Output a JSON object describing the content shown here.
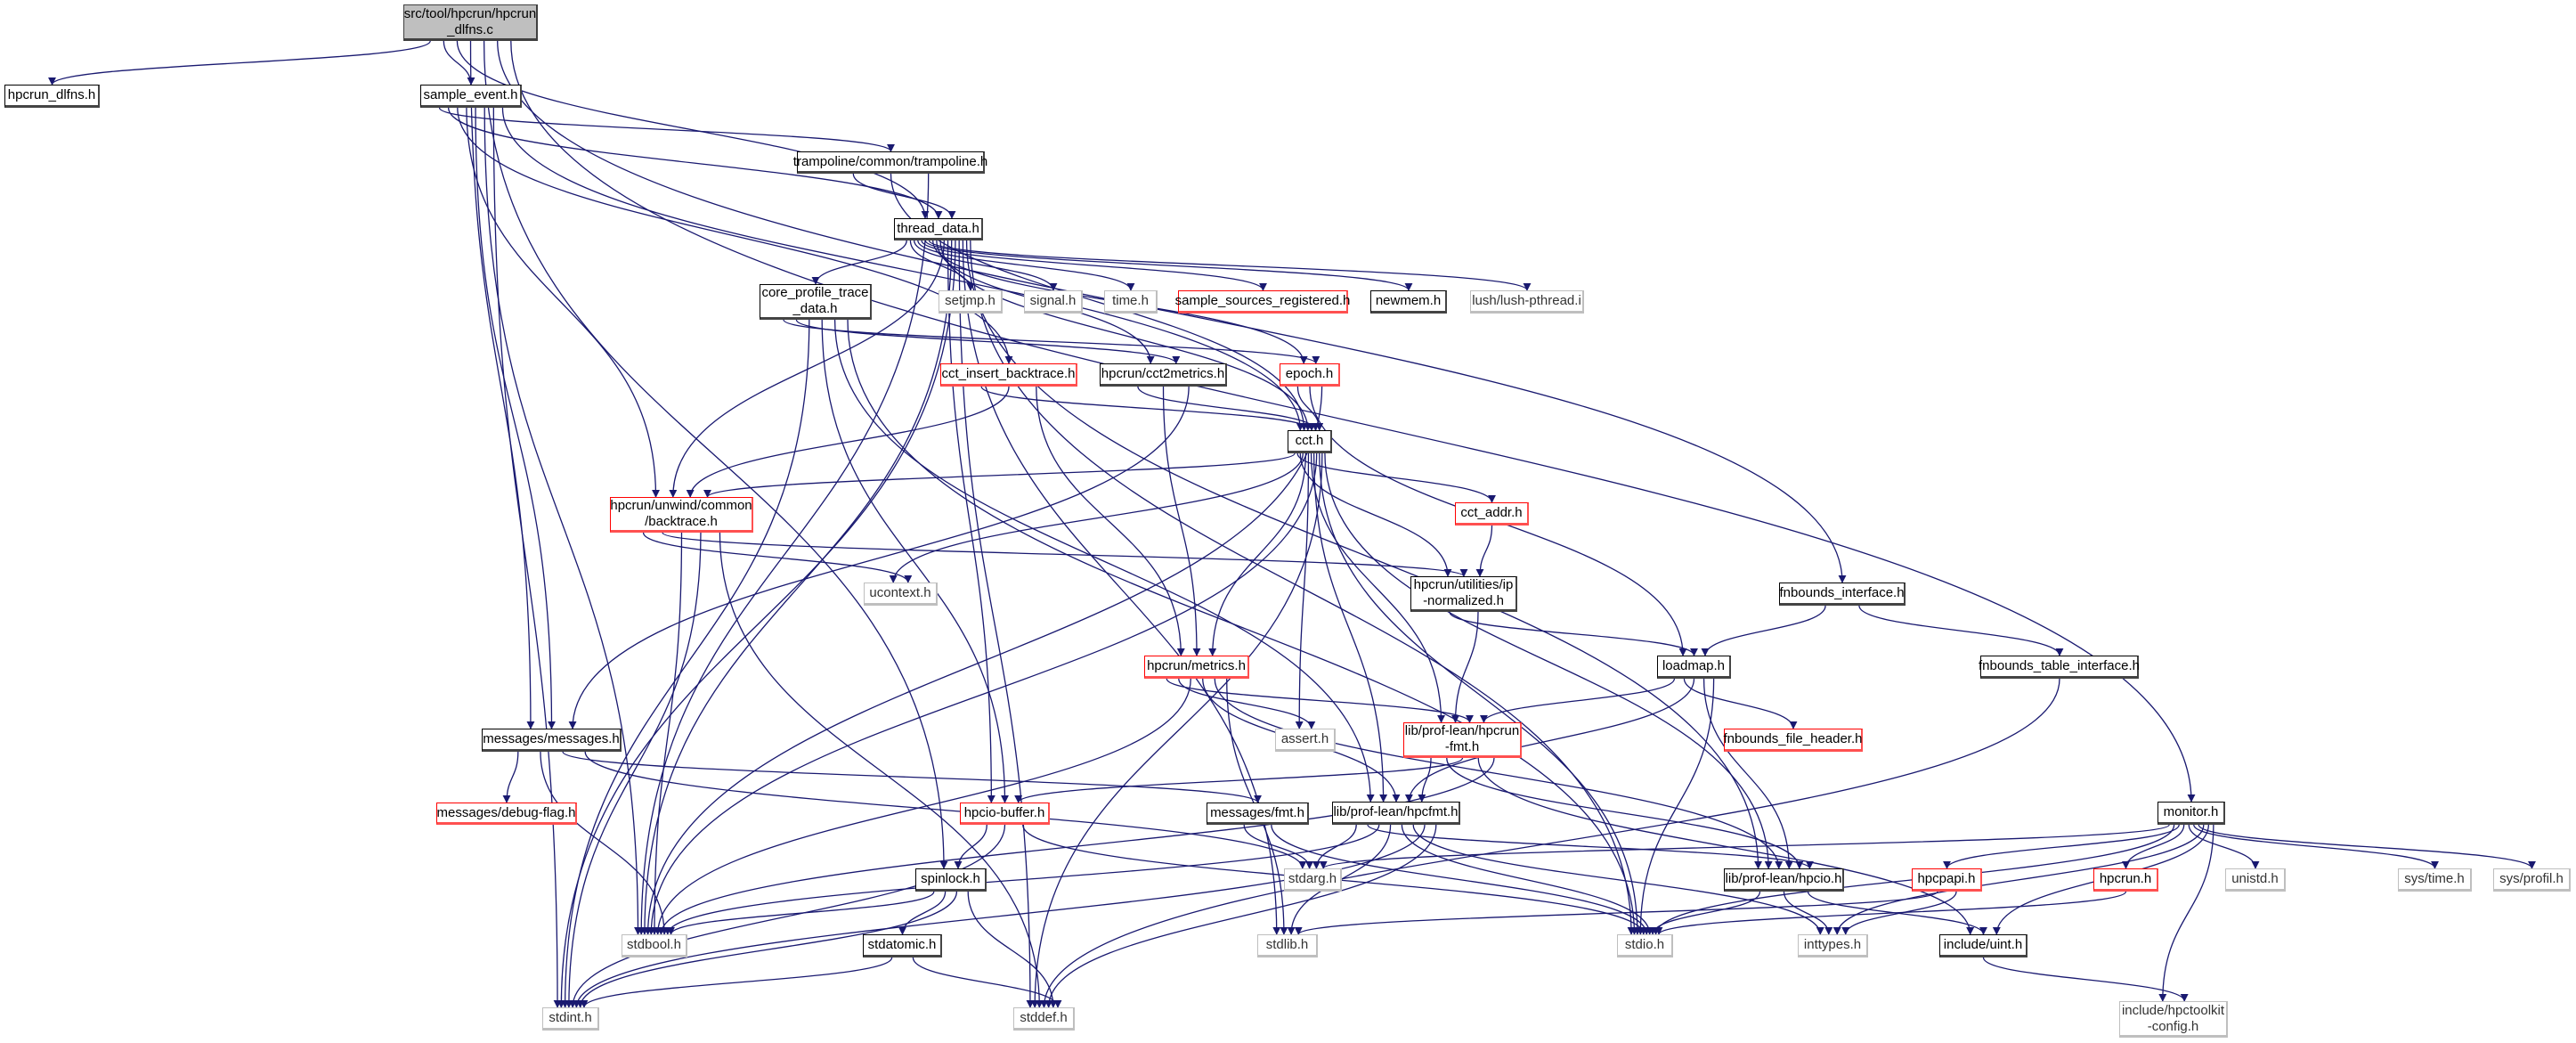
{
  "colors": {
    "edge": "#191970",
    "root_fill": "#bfbfbf",
    "incomplete_border": "#ff0000",
    "system_border": "#bfbfbf",
    "documented_border": "#000000"
  },
  "nodes": [
    {
      "id": "dlfns_c",
      "lines": [
        "src/tool/hpcrun/hpcrun",
        "_dlfns.c"
      ],
      "style": "root"
    },
    {
      "id": "hpcrun_dlfns_h",
      "lines": [
        "hpcrun_dlfns.h"
      ],
      "style": "doc"
    },
    {
      "id": "sample_event_h",
      "lines": [
        "sample_event.h"
      ],
      "style": "doc"
    },
    {
      "id": "trampoline_h",
      "lines": [
        "trampoline/common/trampoline.h"
      ],
      "style": "doc"
    },
    {
      "id": "thread_data_h",
      "lines": [
        "thread_data.h"
      ],
      "style": "doc"
    },
    {
      "id": "core_profile_h",
      "lines": [
        "core_profile_trace",
        "_data.h"
      ],
      "style": "doc"
    },
    {
      "id": "setjmp_h",
      "lines": [
        "setjmp.h"
      ],
      "style": "sys"
    },
    {
      "id": "signal_h",
      "lines": [
        "signal.h"
      ],
      "style": "sys"
    },
    {
      "id": "time_h",
      "lines": [
        "time.h"
      ],
      "style": "sys"
    },
    {
      "id": "sample_sources_h",
      "lines": [
        "sample_sources_registered.h"
      ],
      "style": "red"
    },
    {
      "id": "newmem_h",
      "lines": [
        "newmem.h"
      ],
      "style": "doc"
    },
    {
      "id": "lush_i",
      "lines": [
        "lush/lush-pthread.i"
      ],
      "style": "sys"
    },
    {
      "id": "cct_insert_h",
      "lines": [
        "cct_insert_backtrace.h"
      ],
      "style": "red"
    },
    {
      "id": "cct2metrics_h",
      "lines": [
        "hpcrun/cct2metrics.h"
      ],
      "style": "doc"
    },
    {
      "id": "epoch_h",
      "lines": [
        "epoch.h"
      ],
      "style": "red"
    },
    {
      "id": "cct_h",
      "lines": [
        "cct.h"
      ],
      "style": "doc"
    },
    {
      "id": "backtrace_h",
      "lines": [
        "hpcrun/unwind/common",
        "/backtrace.h"
      ],
      "style": "red"
    },
    {
      "id": "cct_addr_h",
      "lines": [
        "cct_addr.h"
      ],
      "style": "red"
    },
    {
      "id": "ucontext_h",
      "lines": [
        "ucontext.h"
      ],
      "style": "sys"
    },
    {
      "id": "ipnorm_h",
      "lines": [
        "hpcrun/utilities/ip",
        "-normalized.h"
      ],
      "style": "doc"
    },
    {
      "id": "fnbounds_if_h",
      "lines": [
        "fnbounds_interface.h"
      ],
      "style": "doc"
    },
    {
      "id": "metrics_h",
      "lines": [
        "hpcrun/metrics.h"
      ],
      "style": "red"
    },
    {
      "id": "assert_h",
      "lines": [
        "assert.h"
      ],
      "style": "sys"
    },
    {
      "id": "loadmap_h",
      "lines": [
        "loadmap.h"
      ],
      "style": "doc"
    },
    {
      "id": "fnbounds_table_h",
      "lines": [
        "fnbounds_table_interface.h"
      ],
      "style": "doc"
    },
    {
      "id": "messages_h",
      "lines": [
        "messages/messages.h"
      ],
      "style": "doc"
    },
    {
      "id": "hpcrun_fmt_h",
      "lines": [
        "lib/prof-lean/hpcrun",
        "-fmt.h"
      ],
      "style": "red"
    },
    {
      "id": "fnbounds_fh_h",
      "lines": [
        "fnbounds_file_header.h"
      ],
      "style": "red"
    },
    {
      "id": "debug_flag_h",
      "lines": [
        "messages/debug-flag.h"
      ],
      "style": "red"
    },
    {
      "id": "hpcio_buffer_h",
      "lines": [
        "hpcio-buffer.h"
      ],
      "style": "red"
    },
    {
      "id": "msg_fmt_h",
      "lines": [
        "messages/fmt.h"
      ],
      "style": "doc"
    },
    {
      "id": "hpcfmt_h",
      "lines": [
        "lib/prof-lean/hpcfmt.h"
      ],
      "style": "doc"
    },
    {
      "id": "monitor_h",
      "lines": [
        "monitor.h"
      ],
      "style": "doc"
    },
    {
      "id": "spinlock_h",
      "lines": [
        "spinlock.h"
      ],
      "style": "doc"
    },
    {
      "id": "stdarg_h",
      "lines": [
        "stdarg.h"
      ],
      "style": "sys"
    },
    {
      "id": "hpcio_h",
      "lines": [
        "lib/prof-lean/hpcio.h"
      ],
      "style": "doc"
    },
    {
      "id": "hpcpapi_h",
      "lines": [
        "hpcpapi.h"
      ],
      "style": "red"
    },
    {
      "id": "hpcrun_h",
      "lines": [
        "hpcrun.h"
      ],
      "style": "red"
    },
    {
      "id": "unistd_h",
      "lines": [
        "unistd.h"
      ],
      "style": "sys"
    },
    {
      "id": "systime_h",
      "lines": [
        "sys/time.h"
      ],
      "style": "sys"
    },
    {
      "id": "sysprofil_h",
      "lines": [
        "sys/profil.h"
      ],
      "style": "sys"
    },
    {
      "id": "stdbool_h",
      "lines": [
        "stdbool.h"
      ],
      "style": "sys"
    },
    {
      "id": "stdatomic_h",
      "lines": [
        "stdatomic.h"
      ],
      "style": "doc"
    },
    {
      "id": "stdlib_h",
      "lines": [
        "stdlib.h"
      ],
      "style": "sys"
    },
    {
      "id": "stdio_h",
      "lines": [
        "stdio.h"
      ],
      "style": "sys"
    },
    {
      "id": "inttypes_h",
      "lines": [
        "inttypes.h"
      ],
      "style": "sys"
    },
    {
      "id": "uint_h",
      "lines": [
        "include/uint.h"
      ],
      "style": "doc"
    },
    {
      "id": "stdint_h",
      "lines": [
        "stdint.h"
      ],
      "style": "sys"
    },
    {
      "id": "stddef_h",
      "lines": [
        "stddef.h"
      ],
      "style": "sys"
    },
    {
      "id": "config_h",
      "lines": [
        "include/hpctoolkit",
        "-config.h"
      ],
      "style": "sys"
    }
  ],
  "edges": [
    [
      "dlfns_c",
      "hpcrun_dlfns_h"
    ],
    [
      "dlfns_c",
      "sample_event_h"
    ],
    [
      "dlfns_c",
      "thread_data_h"
    ],
    [
      "dlfns_c",
      "messages_h"
    ],
    [
      "dlfns_c",
      "spinlock_h"
    ],
    [
      "dlfns_c",
      "fnbounds_if_h"
    ],
    [
      "dlfns_c",
      "monitor_h"
    ],
    [
      "sample_event_h",
      "trampoline_h"
    ],
    [
      "sample_event_h",
      "thread_data_h"
    ],
    [
      "sample_event_h",
      "cct_insert_h"
    ],
    [
      "sample_event_h",
      "backtrace_h"
    ],
    [
      "sample_event_h",
      "messages_h"
    ],
    [
      "sample_event_h",
      "stdbool_h"
    ],
    [
      "sample_event_h",
      "stdint_h"
    ],
    [
      "sample_event_h",
      "cct_h"
    ],
    [
      "trampoline_h",
      "thread_data_h"
    ],
    [
      "trampoline_h",
      "cct_h"
    ],
    [
      "trampoline_h",
      "stdbool_h"
    ],
    [
      "thread_data_h",
      "core_profile_h"
    ],
    [
      "thread_data_h",
      "setjmp_h"
    ],
    [
      "thread_data_h",
      "signal_h"
    ],
    [
      "thread_data_h",
      "time_h"
    ],
    [
      "thread_data_h",
      "sample_sources_h"
    ],
    [
      "thread_data_h",
      "newmem_h"
    ],
    [
      "thread_data_h",
      "lush_i"
    ],
    [
      "thread_data_h",
      "epoch_h"
    ],
    [
      "thread_data_h",
      "cct2metrics_h"
    ],
    [
      "thread_data_h",
      "cct_h"
    ],
    [
      "thread_data_h",
      "backtrace_h"
    ],
    [
      "thread_data_h",
      "hpcio_buffer_h"
    ],
    [
      "thread_data_h",
      "stdbool_h"
    ],
    [
      "thread_data_h",
      "stdint_h"
    ],
    [
      "thread_data_h",
      "stddef_h"
    ],
    [
      "thread_data_h",
      "stdlib_h"
    ],
    [
      "thread_data_h",
      "hpcio_h"
    ],
    [
      "thread_data_h",
      "stdio_h"
    ],
    [
      "core_profile_h",
      "epoch_h"
    ],
    [
      "core_profile_h",
      "cct2metrics_h"
    ],
    [
      "core_profile_h",
      "stdint_h"
    ],
    [
      "core_profile_h",
      "hpcio_buffer_h"
    ],
    [
      "core_profile_h",
      "hpcfmt_h"
    ],
    [
      "core_profile_h",
      "stdio_h"
    ],
    [
      "cct_insert_h",
      "cct_h"
    ],
    [
      "cct_insert_h",
      "backtrace_h"
    ],
    [
      "cct_insert_h",
      "metrics_h"
    ],
    [
      "cct2metrics_h",
      "cct_h"
    ],
    [
      "cct2metrics_h",
      "metrics_h"
    ],
    [
      "cct2metrics_h",
      "messages_h"
    ],
    [
      "epoch_h",
      "cct_h"
    ],
    [
      "epoch_h",
      "loadmap_h"
    ],
    [
      "epoch_h",
      "stdbool_h"
    ],
    [
      "cct_h",
      "backtrace_h"
    ],
    [
      "cct_h",
      "cct_addr_h"
    ],
    [
      "cct_h",
      "ipnorm_h"
    ],
    [
      "cct_h",
      "ucontext_h"
    ],
    [
      "cct_h",
      "metrics_h"
    ],
    [
      "cct_h",
      "assert_h"
    ],
    [
      "cct_h",
      "hpcrun_fmt_h"
    ],
    [
      "cct_h",
      "hpcfmt_h"
    ],
    [
      "cct_h",
      "stdbool_h"
    ],
    [
      "cct_h",
      "stdio_h"
    ],
    [
      "cct_h",
      "stddef_h"
    ],
    [
      "cct_h",
      "hpcio_h"
    ],
    [
      "backtrace_h",
      "ucontext_h"
    ],
    [
      "backtrace_h",
      "ipnorm_h"
    ],
    [
      "backtrace_h",
      "stdbool_h"
    ],
    [
      "backtrace_h",
      "stdint_h"
    ],
    [
      "backtrace_h",
      "stddef_h"
    ],
    [
      "cct_addr_h",
      "ipnorm_h"
    ],
    [
      "ipnorm_h",
      "loadmap_h"
    ],
    [
      "ipnorm_h",
      "hpcrun_fmt_h"
    ],
    [
      "fnbounds_if_h",
      "loadmap_h"
    ],
    [
      "fnbounds_if_h",
      "fnbounds_table_h"
    ],
    [
      "fnbounds_table_h",
      "stddef_h"
    ],
    [
      "metrics_h",
      "hpcrun_fmt_h"
    ],
    [
      "metrics_h",
      "assert_h"
    ],
    [
      "metrics_h",
      "stdbool_h"
    ],
    [
      "metrics_h",
      "hpcfmt_h"
    ],
    [
      "metrics_h",
      "hpcio_h"
    ],
    [
      "metrics_h",
      "stdlib_h"
    ],
    [
      "loadmap_h",
      "hpcrun_fmt_h"
    ],
    [
      "loadmap_h",
      "fnbounds_fh_h"
    ],
    [
      "loadmap_h",
      "hpcfmt_h"
    ],
    [
      "loadmap_h",
      "hpcio_h"
    ],
    [
      "loadmap_h",
      "stdio_h"
    ],
    [
      "hpcrun_fmt_h",
      "hpcfmt_h"
    ],
    [
      "hpcrun_fmt_h",
      "hpcio_h"
    ],
    [
      "hpcrun_fmt_h",
      "hpcio_buffer_h"
    ],
    [
      "hpcrun_fmt_h",
      "uint_h"
    ],
    [
      "hpcrun_fmt_h",
      "stdbool_h"
    ],
    [
      "messages_h",
      "debug_flag_h"
    ],
    [
      "messages_h",
      "stdbool_h"
    ],
    [
      "messages_h",
      "msg_fmt_h"
    ],
    [
      "messages_h",
      "stdarg_h"
    ],
    [
      "hpcio_buffer_h",
      "spinlock_h"
    ],
    [
      "hpcio_buffer_h",
      "stdint_h"
    ],
    [
      "hpcio_buffer_h",
      "stdio_h"
    ],
    [
      "msg_fmt_h",
      "stdarg_h"
    ],
    [
      "msg_fmt_h",
      "stdio_h"
    ],
    [
      "hpcfmt_h",
      "stdarg_h"
    ],
    [
      "hpcfmt_h",
      "hpcio_h"
    ],
    [
      "hpcfmt_h",
      "stdbool_h"
    ],
    [
      "hpcfmt_h",
      "stdlib_h"
    ],
    [
      "hpcfmt_h",
      "stdio_h"
    ],
    [
      "hpcfmt_h",
      "inttypes_h"
    ],
    [
      "hpcfmt_h",
      "stdint_h"
    ],
    [
      "hpcfmt_h",
      "stddef_h"
    ],
    [
      "spinlock_h",
      "stdbool_h"
    ],
    [
      "spinlock_h",
      "stdatomic_h"
    ],
    [
      "spinlock_h",
      "stdint_h"
    ],
    [
      "spinlock_h",
      "stddef_h"
    ],
    [
      "stdatomic_h",
      "stdint_h"
    ],
    [
      "stdatomic_h",
      "stddef_h"
    ],
    [
      "hpcio_h",
      "stdio_h"
    ],
    [
      "hpcio_h",
      "inttypes_h"
    ],
    [
      "hpcio_h",
      "uint_h"
    ],
    [
      "monitor_h",
      "stdarg_h"
    ],
    [
      "monitor_h",
      "stdio_h"
    ],
    [
      "monitor_h",
      "hpcpapi_h"
    ],
    [
      "monitor_h",
      "hpcrun_h"
    ],
    [
      "monitor_h",
      "unistd_h"
    ],
    [
      "monitor_h",
      "systime_h"
    ],
    [
      "monitor_h",
      "sysprofil_h"
    ],
    [
      "monitor_h",
      "inttypes_h"
    ],
    [
      "monitor_h",
      "uint_h"
    ],
    [
      "monitor_h",
      "config_h"
    ],
    [
      "hpcpapi_h",
      "stdlib_h"
    ],
    [
      "hpcpapi_h",
      "inttypes_h"
    ],
    [
      "hpcrun_h",
      "stdio_h"
    ],
    [
      "uint_h",
      "config_h"
    ]
  ]
}
